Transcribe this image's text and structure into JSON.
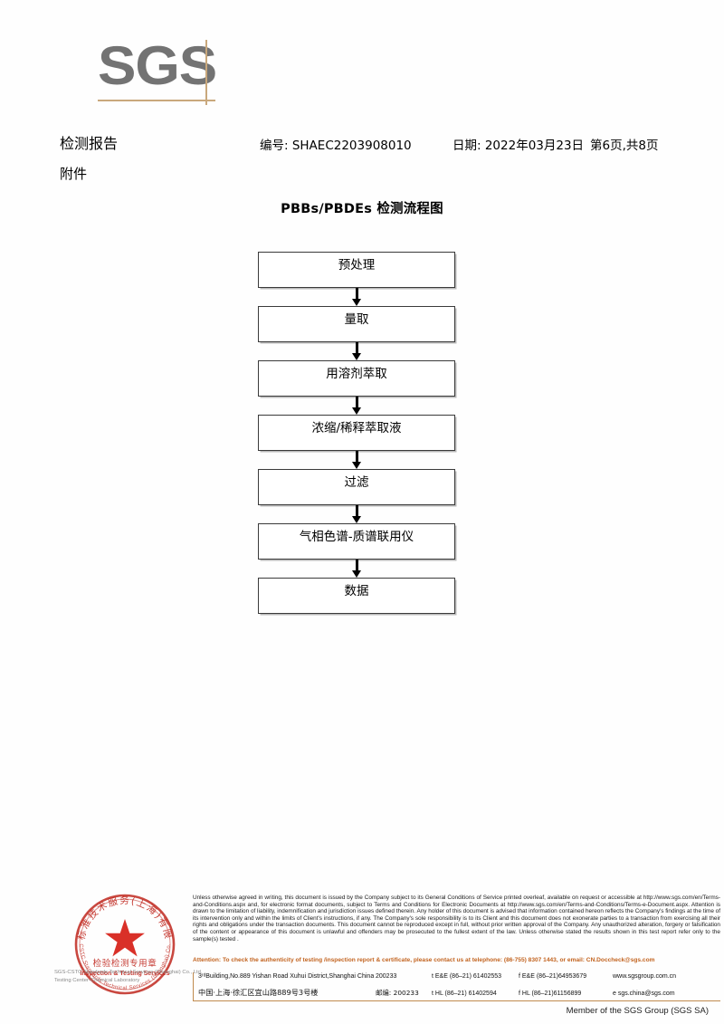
{
  "brand": {
    "logo_text": "SGS",
    "logo_line_color": "#c9a87c",
    "logo_gray": "#737373"
  },
  "header": {
    "title": "检测报告",
    "subtitle": "附件",
    "report_no": "编号: SHAEC2203908010",
    "date": "日期: 2022年03月23日",
    "page": "第6页,共8页"
  },
  "flowchart": {
    "title": "PBBs/PBDEs 检测流程图",
    "nodes": [
      {
        "label": "预处理"
      },
      {
        "label": "量取"
      },
      {
        "label": "用溶剂萃取"
      },
      {
        "label": "浓缩/稀释萃取液"
      },
      {
        "label": "过滤"
      },
      {
        "label": "气相色谱-质谱联用仪"
      },
      {
        "label": "数据"
      }
    ]
  },
  "seal": {
    "top_text": "通标标准技术服务(上海)有限公司",
    "line_cn": "检验检测专用章",
    "line_en": "Inspection & Testing Services",
    "bottom_text": "SGS-CSTC Standards Technical Services (Shanghai) Co., Ltd.",
    "color": "#c0281f"
  },
  "footer": {
    "disclaimer": "Unless otherwise agreed in writing, this document is issued by the Company subject to its General Conditions of Service printed overleaf, available on request or accessible at http://www.sgs.com/en/Terms-and-Conditions.aspx and, for electronic format documents, subject to Terms and Conditions for Electronic Documents at http://www.sgs.com/en/Terms-and-Conditions/Terms-e-Document.aspx. Attention is drawn to the limitation of liability, indemnification and jurisdiction issues defined therein. Any holder of this document is advised that information contained hereon reflects the Company's findings at the time of its intervention only and within the limits of Client's instructions, if any. The Company's sole responsibility is to its Client and this document does not exonerate parties to a transaction from exercising all their rights and obligations under the transaction documents. This document cannot be reproduced except in full, without prior written approval of the Company. Any unauthorized alteration, forgery or falsification of the content or appearance of this document is unlawful and offenders may be prosecuted to the fullest extent of the law. Unless otherwise stated the results shown in this test report refer only to the sample(s) tested .",
    "attention": "Attention: To check the authenticity of testing /inspection report & certificate, please contact us at telephone: (86-755) 8307 1443, or email: CN.Doccheck@sgs.com",
    "attention_color": "#c2631f",
    "address_en": {
      "address": "3ʳᵈBuilding,No.889 Yishan Road Xuhui District,Shanghai China",
      "zip": "200233",
      "tel": "t E&E (86–21) 61402553",
      "fax": "f E&E (86–21)64953679",
      "web": "www.sgsgroup.com.cn"
    },
    "address_cn": {
      "address": "中国·上海·徐汇区宜山路889号3号楼",
      "zip": "邮编: 200233",
      "tel": "t HL (86–21) 61402594",
      "fax": "f HL (86–21)61156899",
      "web": "e  sgs.china@sgs.com"
    },
    "company_line1": "SGS-CSTC Standards Technical Services (Shanghai) Co., Ltd.",
    "company_line2": "Testing Center-Chemical Laboratory",
    "member": "Member of the SGS Group (SGS SA)",
    "rule_color": "#c08a4e"
  }
}
